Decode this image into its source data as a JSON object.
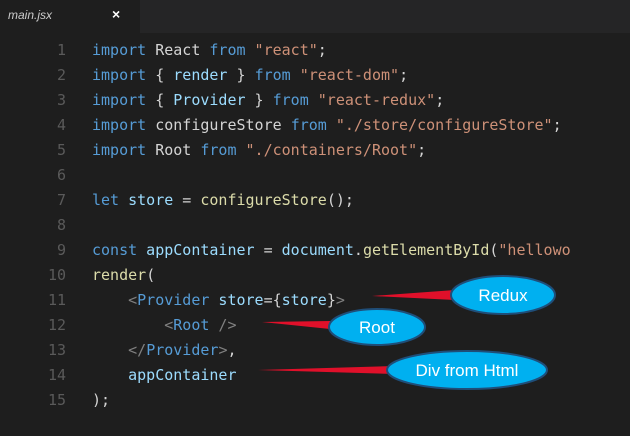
{
  "tab": {
    "title": "main.jsx",
    "close_glyph": "×"
  },
  "line_numbers": [
    "1",
    "2",
    "3",
    "4",
    "5",
    "6",
    "7",
    "8",
    "9",
    "10",
    "11",
    "12",
    "13",
    "14",
    "15"
  ],
  "code_lines": [
    [
      {
        "t": "import",
        "c": "t-key"
      },
      {
        "t": " React ",
        "c": "t-txt"
      },
      {
        "t": "from",
        "c": "t-key"
      },
      {
        "t": " \"react\"",
        "c": "t-str"
      },
      {
        "t": ";",
        "c": "t-txt"
      }
    ],
    [
      {
        "t": "import",
        "c": "t-key"
      },
      {
        "t": " { ",
        "c": "t-txt"
      },
      {
        "t": "render",
        "c": "t-var"
      },
      {
        "t": " } ",
        "c": "t-txt"
      },
      {
        "t": "from",
        "c": "t-key"
      },
      {
        "t": " \"react-dom\"",
        "c": "t-str"
      },
      {
        "t": ";",
        "c": "t-txt"
      }
    ],
    [
      {
        "t": "import",
        "c": "t-key"
      },
      {
        "t": " { ",
        "c": "t-txt"
      },
      {
        "t": "Provider",
        "c": "t-var"
      },
      {
        "t": " } ",
        "c": "t-txt"
      },
      {
        "t": "from",
        "c": "t-key"
      },
      {
        "t": " \"react-redux\"",
        "c": "t-str"
      },
      {
        "t": ";",
        "c": "t-txt"
      }
    ],
    [
      {
        "t": "import",
        "c": "t-key"
      },
      {
        "t": " configureStore ",
        "c": "t-txt"
      },
      {
        "t": "from",
        "c": "t-key"
      },
      {
        "t": " \"./store/configureStore\"",
        "c": "t-str"
      },
      {
        "t": ";",
        "c": "t-txt"
      }
    ],
    [
      {
        "t": "import",
        "c": "t-key"
      },
      {
        "t": " Root ",
        "c": "t-txt"
      },
      {
        "t": "from",
        "c": "t-key"
      },
      {
        "t": " \"./containers/Root\"",
        "c": "t-str"
      },
      {
        "t": ";",
        "c": "t-txt"
      }
    ],
    [],
    [
      {
        "t": "let",
        "c": "t-key"
      },
      {
        "t": " store",
        "c": "t-var"
      },
      {
        "t": " = ",
        "c": "t-txt"
      },
      {
        "t": "configureStore",
        "c": "t-fn"
      },
      {
        "t": "();",
        "c": "t-txt"
      }
    ],
    [],
    [
      {
        "t": "const",
        "c": "t-key"
      },
      {
        "t": " appContainer",
        "c": "t-var"
      },
      {
        "t": " = ",
        "c": "t-txt"
      },
      {
        "t": "document",
        "c": "t-var"
      },
      {
        "t": ".",
        "c": "t-txt"
      },
      {
        "t": "getElementById",
        "c": "t-fn"
      },
      {
        "t": "(",
        "c": "t-txt"
      },
      {
        "t": "\"hellowo",
        "c": "t-str"
      }
    ],
    [
      {
        "t": "render",
        "c": "t-fn"
      },
      {
        "t": "(",
        "c": "t-txt"
      }
    ],
    [
      {
        "t": "    ",
        "c": "t-txt"
      },
      {
        "t": "<",
        "c": "t-pun"
      },
      {
        "t": "Provider",
        "c": "t-tag"
      },
      {
        "t": " store",
        "c": "t-attr"
      },
      {
        "t": "={",
        "c": "t-txt"
      },
      {
        "t": "store",
        "c": "t-var"
      },
      {
        "t": "}",
        "c": "t-txt"
      },
      {
        "t": ">",
        "c": "t-pun"
      }
    ],
    [
      {
        "t": "        ",
        "c": "t-txt"
      },
      {
        "t": "<",
        "c": "t-pun"
      },
      {
        "t": "Root",
        "c": "t-tag"
      },
      {
        "t": " />",
        "c": "t-pun"
      }
    ],
    [
      {
        "t": "    ",
        "c": "t-txt"
      },
      {
        "t": "</",
        "c": "t-pun"
      },
      {
        "t": "Provider",
        "c": "t-tag"
      },
      {
        "t": ">",
        "c": "t-pun"
      },
      {
        "t": ",",
        "c": "t-txt"
      }
    ],
    [
      {
        "t": "    ",
        "c": "t-txt"
      },
      {
        "t": "appContainer",
        "c": "t-var"
      }
    ],
    [
      {
        "t": ");",
        "c": "t-txt"
      }
    ]
  ],
  "annotations": [
    {
      "name": "redux-callout",
      "label": "Redux"
    },
    {
      "name": "root-callout",
      "label": "Root"
    },
    {
      "name": "div-from-html-callout",
      "label": "Div from Html"
    }
  ],
  "colors": {
    "callout_fill": "#00b0f0",
    "callout_stroke": "#1f4e79",
    "arrow": "#e0102a",
    "editor_bg": "#1e1e1e"
  }
}
